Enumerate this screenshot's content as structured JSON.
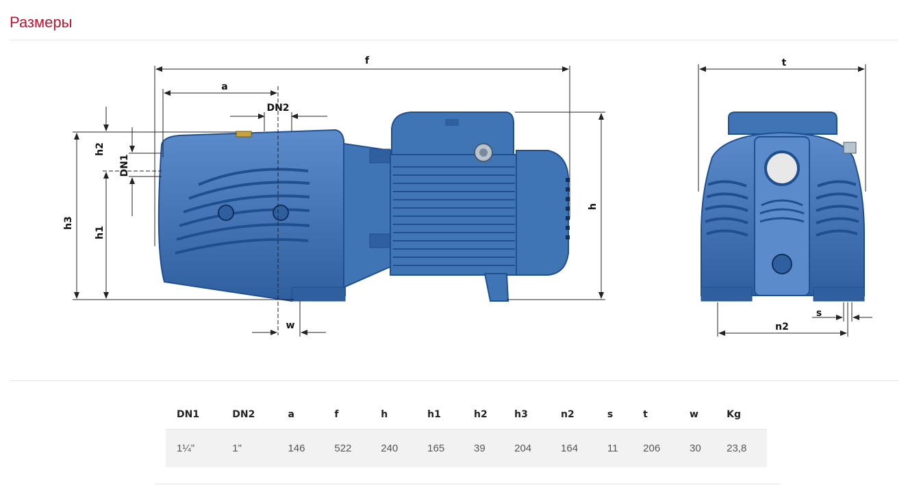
{
  "section": {
    "title": "Размеры"
  },
  "drawing": {
    "labels": {
      "f": "f",
      "a": "a",
      "dn2": "DN2",
      "dn1": "DN1",
      "h2": "h2",
      "h3": "h3",
      "h1": "h1",
      "h": "h",
      "w": "w",
      "t": "t",
      "s": "s",
      "n2": "n2"
    },
    "colors": {
      "pump_body": "#3f74b5",
      "pump_dark": "#1f4f8f",
      "pump_light": "#7fa8d8",
      "line": "#222222"
    }
  },
  "table": {
    "headers": [
      "DN1",
      "DN2",
      "a",
      "f",
      "h",
      "h1",
      "h2",
      "h3",
      "n2",
      "s",
      "t",
      "w",
      "Kg"
    ],
    "rows": [
      [
        "1¼\"",
        "1\"",
        "146",
        "522",
        "240",
        "165",
        "39",
        "204",
        "164",
        "11",
        "206",
        "30",
        "23,8"
      ]
    ]
  }
}
